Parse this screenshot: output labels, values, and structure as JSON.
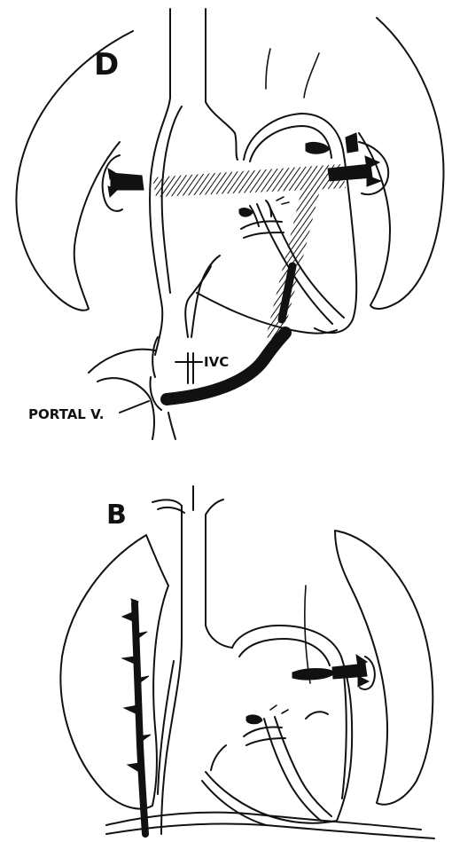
{
  "panel_top": {
    "letter": "D",
    "label_ivc": "IVC",
    "label_portal": "PORTAL V."
  },
  "panel_bottom": {
    "letter": "B"
  },
  "colors": {
    "ink": "#111111",
    "paper": "#ffffff"
  }
}
